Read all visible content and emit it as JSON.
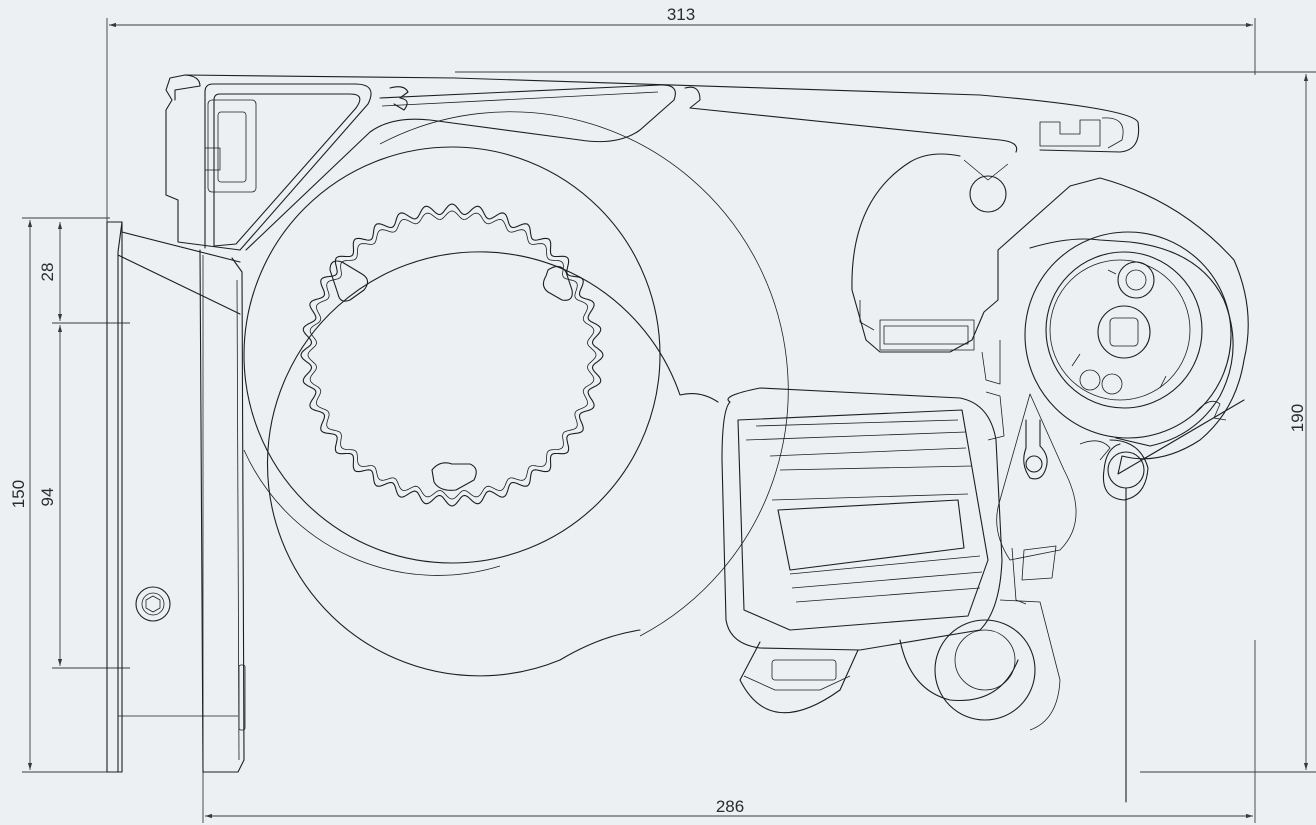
{
  "dimensions": {
    "top_width": "313",
    "bottom_width": "286",
    "right_height": "190",
    "left_total_height": "150",
    "left_upper": "28",
    "left_lower": "94"
  },
  "colors": {
    "background": "#ecf0f3",
    "line": "#1e1e1e"
  }
}
